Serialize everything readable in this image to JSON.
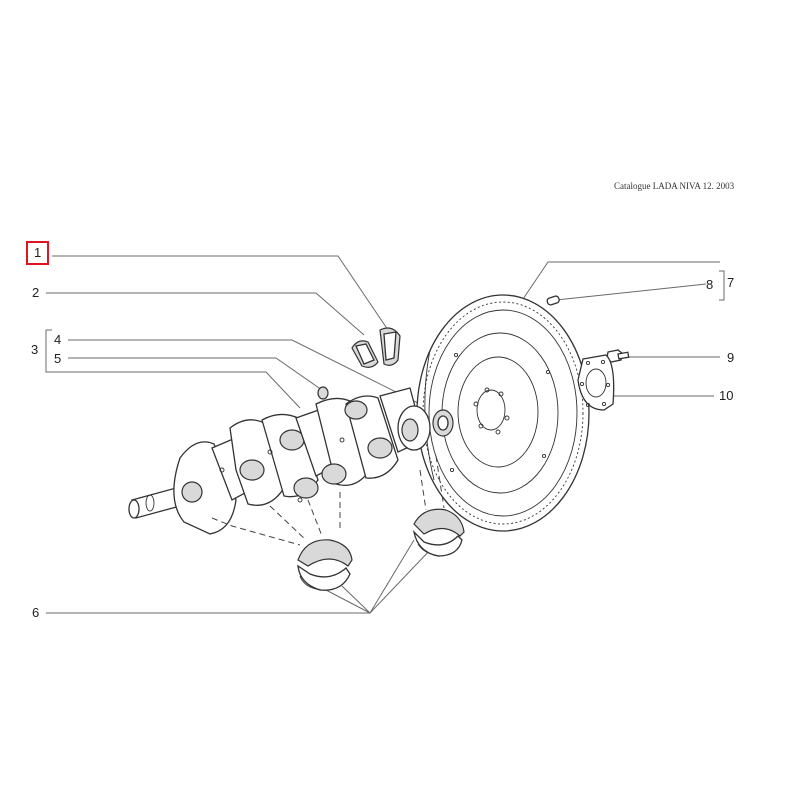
{
  "caption": "Catalogue LADA NIVA 12. 2003",
  "callouts": {
    "c1": "1",
    "c2": "2",
    "c3": "3",
    "c4": "4",
    "c5": "5",
    "c6": "6",
    "c7": "7",
    "c8": "8",
    "c9": "9",
    "c10": "10"
  },
  "selected_callout": "1",
  "highlight_color": "#e0141e"
}
